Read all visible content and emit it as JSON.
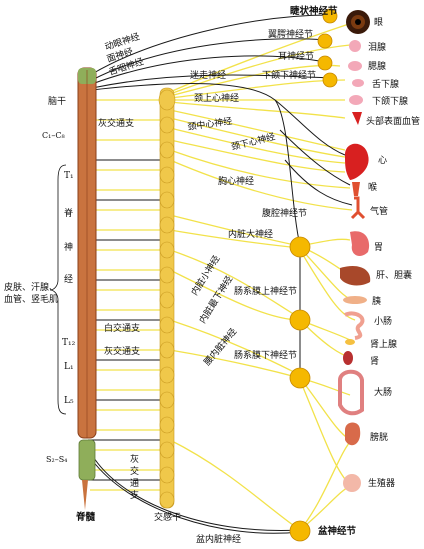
{
  "colors": {
    "sympathetic": "#f2e24a",
    "parasympathetic": "#1a1a1a",
    "spinal_cord": "#c9733f",
    "spinal_cord_dark": "#8a3f1a",
    "sacral": "#8fae5a",
    "ganglion": "#f5b800",
    "trunk": "#f0c84a"
  },
  "labels": {
    "oculomotor": "动眼神经",
    "facial": "面神经",
    "glossopharyngeal": "舌咽神经",
    "brainstem": "脑干",
    "c1_c8": "C₁–C₈",
    "gray_ramus_top": "灰交通支",
    "t1": "T₁",
    "spinal_1": "脊",
    "spinal_2": "神",
    "spinal_3": "经",
    "skin": "皮肤、汗腺、",
    "vessels": "血管、竖毛肌",
    "t12": "T₁₂",
    "white_ramus": "白交通支",
    "gray_ramus_mid": "灰交通支",
    "l1": "L₁",
    "l5": "L₅",
    "s2_s4": "S₂–S₄",
    "gray_ramus_v1": "灰",
    "gray_ramus_v2": "交",
    "gray_ramus_v3": "通",
    "gray_ramus_v4": "支",
    "spinal_cord": "脊髓",
    "sympathetic_trunk": "交感干",
    "pelvic_splanchnic": "盆内脏神经",
    "pelvic_ganglion": "盆神经节",
    "ciliary_ganglion": "睫状神经节",
    "pterygopalatine_ganglion": "翼腭神经节",
    "otic_ganglion": "耳神经节",
    "submandibular_ganglion": "下颌下神经节",
    "vagus": "迷走神经",
    "superior_cervical": "颈上心神经",
    "middle_cervical": "颈中心神经",
    "inferior_cervical": "颈下心神经",
    "thoracic_cardiac": "胸心神经",
    "greater_splanchnic": "内脏大神经",
    "lesser_splanchnic": "内脏小神经",
    "least_splanchnic": "内脏最下神经",
    "lumbar_splanchnic": "腰内脏神经",
    "celiac_ganglion": "腹腔神经节",
    "sup_mesenteric_ganglion": "肠系膜上神经节",
    "inf_mesenteric_ganglion": "肠系膜下神经节",
    "eye": "眼",
    "lacrimal": "泪腺",
    "parotid": "腮腺",
    "sublingual": "舌下腺",
    "submandibular": "下颌下腺",
    "head_vessels": "头部表面血管",
    "heart": "心",
    "larynx": "喉",
    "trachea": "气管",
    "stomach": "胃",
    "liver": "肝、胆囊",
    "pancreas": "胰",
    "small_intestine": "小肠",
    "adrenal": "肾上腺",
    "kidney": "肾",
    "large_intestine": "大肠",
    "bladder": "膀胱",
    "genitals": "生殖器"
  }
}
